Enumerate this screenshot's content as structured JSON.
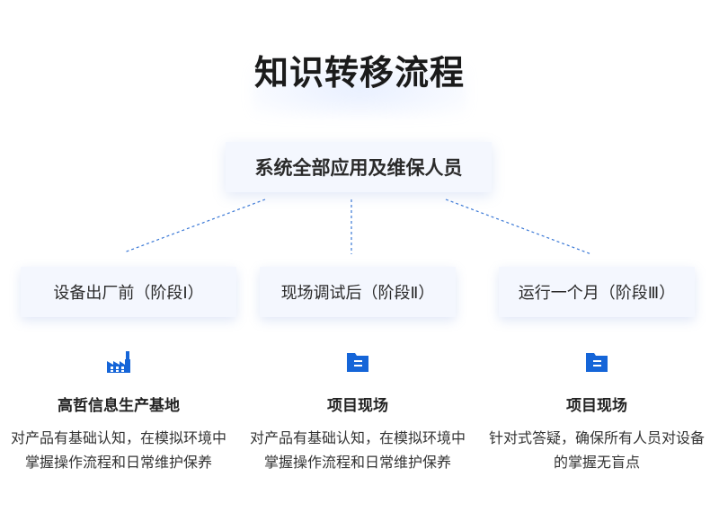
{
  "title": "知识转移流程",
  "root": {
    "label": "系统全部应用及维保人员"
  },
  "stages": [
    {
      "label": "设备出厂前（阶段Ⅰ）",
      "icon": "factory-icon",
      "heading": "高哲信息生产基地",
      "description": "对产品有基础认知，在模拟环境中掌握操作流程和日常维护保养"
    },
    {
      "label": "现场调试后（阶段Ⅱ）",
      "icon": "folder-icon",
      "heading": "项目现场",
      "description": "对产品有基础认知，在模拟环境中掌握操作流程和日常维护保养"
    },
    {
      "label": "运行一个月（阶段Ⅲ）",
      "icon": "folder-icon",
      "heading": "项目现场",
      "description": "针对式答疑，确保所有人员对设备的掌握无盲点"
    }
  ],
  "colors": {
    "accent": "#1565d8",
    "connector": "#3a78d6",
    "box_bg": "#f4f7fe"
  }
}
